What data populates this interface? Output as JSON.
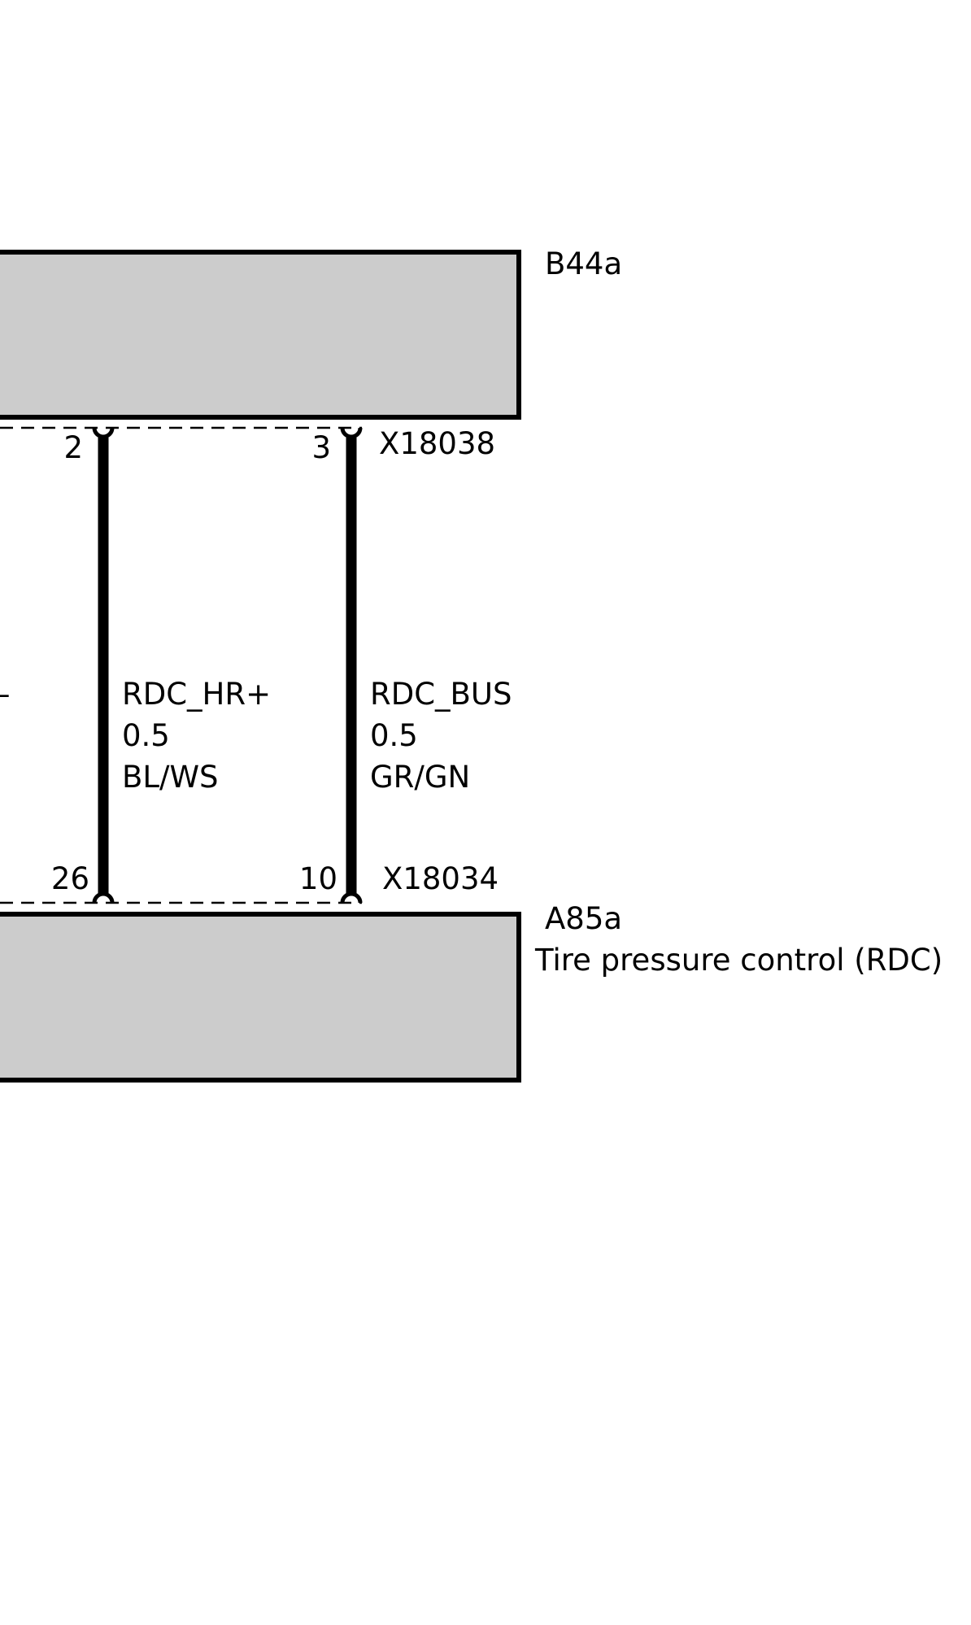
{
  "components": {
    "top": {
      "id": "B44a"
    },
    "bottom": {
      "id": "A85a",
      "description": "Tire pressure control (RDC)"
    }
  },
  "connectors": {
    "top": "X18038",
    "bottom": "X18034"
  },
  "wires": [
    {
      "signal": "RDC_HR+",
      "gauge": "0.5",
      "color": "BL/WS",
      "top_pin": "2",
      "bottom_pin": "26"
    },
    {
      "signal": "RDC_BUS",
      "gauge": "0.5",
      "color": "GR/GN",
      "top_pin": "3",
      "bottom_pin": "10"
    }
  ],
  "partial_left_label": "–"
}
